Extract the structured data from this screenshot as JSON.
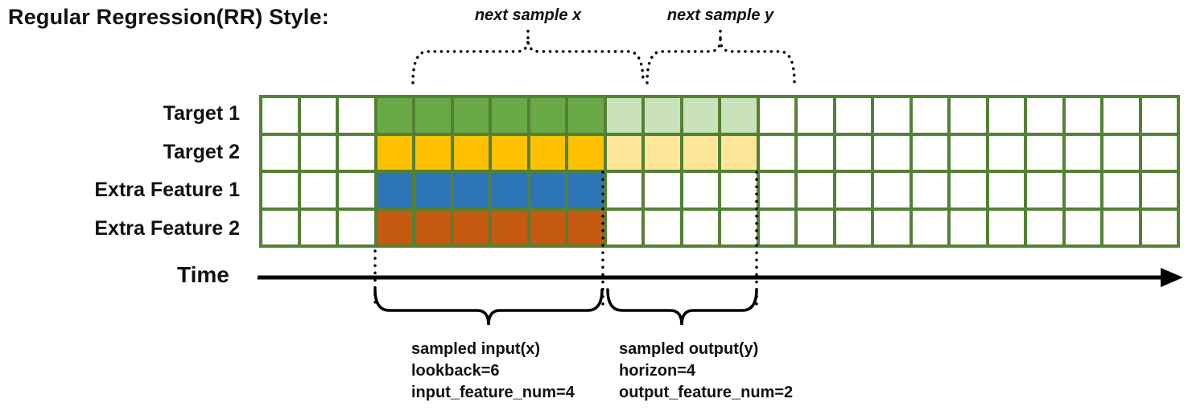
{
  "title": "Regular Regression(RR) Style:",
  "colors": {
    "border": "#538135",
    "target1_input": "#6aaa46",
    "target1_output": "#c9e2ba",
    "target2_input": "#ffc000",
    "target2_output": "#ffe699",
    "extra1_input": "#2e75b6",
    "extra2_input": "#c55a11",
    "white": "#ffffff"
  },
  "grid": {
    "columns": 24,
    "input_start_col": 3,
    "lookback": 6,
    "horizon": 4,
    "rows": [
      {
        "label": "Target 1",
        "input_color": "#6aaa46",
        "output_color": "#c9e2ba"
      },
      {
        "label": "Target 2",
        "input_color": "#ffc000",
        "output_color": "#ffe699"
      },
      {
        "label": "Extra Feature 1",
        "input_color": "#2e75b6",
        "output_color": null
      },
      {
        "label": "Extra Feature 2",
        "input_color": "#c55a11",
        "output_color": null
      }
    ]
  },
  "annotations": {
    "next_sample_x": "next sample x",
    "next_sample_y": "next sample y",
    "time_label": "Time",
    "input_lines": [
      "sampled input(x)",
      "lookback=6",
      "input_feature_num=4"
    ],
    "output_lines": [
      "sampled output(y)",
      "horizon=4",
      "output_feature_num=2"
    ]
  }
}
